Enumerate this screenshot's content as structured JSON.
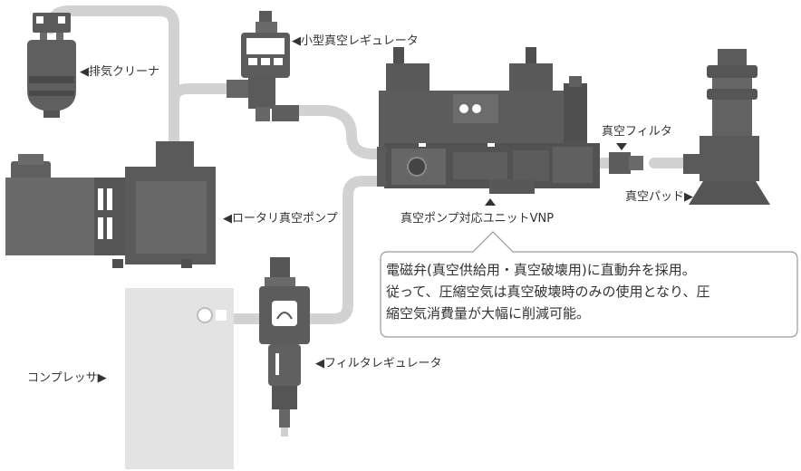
{
  "labels": {
    "exhaust_cleaner": "◀排気クリーナ",
    "small_regulator": "◀小型真空レギュレータ",
    "vacuum_filter": "真空フィルタ",
    "rotary_pump": "◀ロータリ真空ポンプ",
    "vacuum_pad": "真空パッド▶",
    "vnp_unit": "真空ポンプ対応ユニットVNP",
    "filter_regulator": "◀フィルタレギュレータ",
    "compressor": "コンプレッサ▶"
  },
  "note": {
    "line1": "電磁弁(真空供給用・真空破壊用)に直動弁を採用。",
    "line2": "従って、圧縮空気は真空破壊時のみの使用となり、圧",
    "line3": "縮空気消費量が大幅に削減可能。"
  },
  "colors": {
    "pipe": "#d4d4d4",
    "device_dark": "#555555",
    "device_mid": "#6e6e6e",
    "compressor": "#e2e2e2",
    "text": "#333333"
  }
}
